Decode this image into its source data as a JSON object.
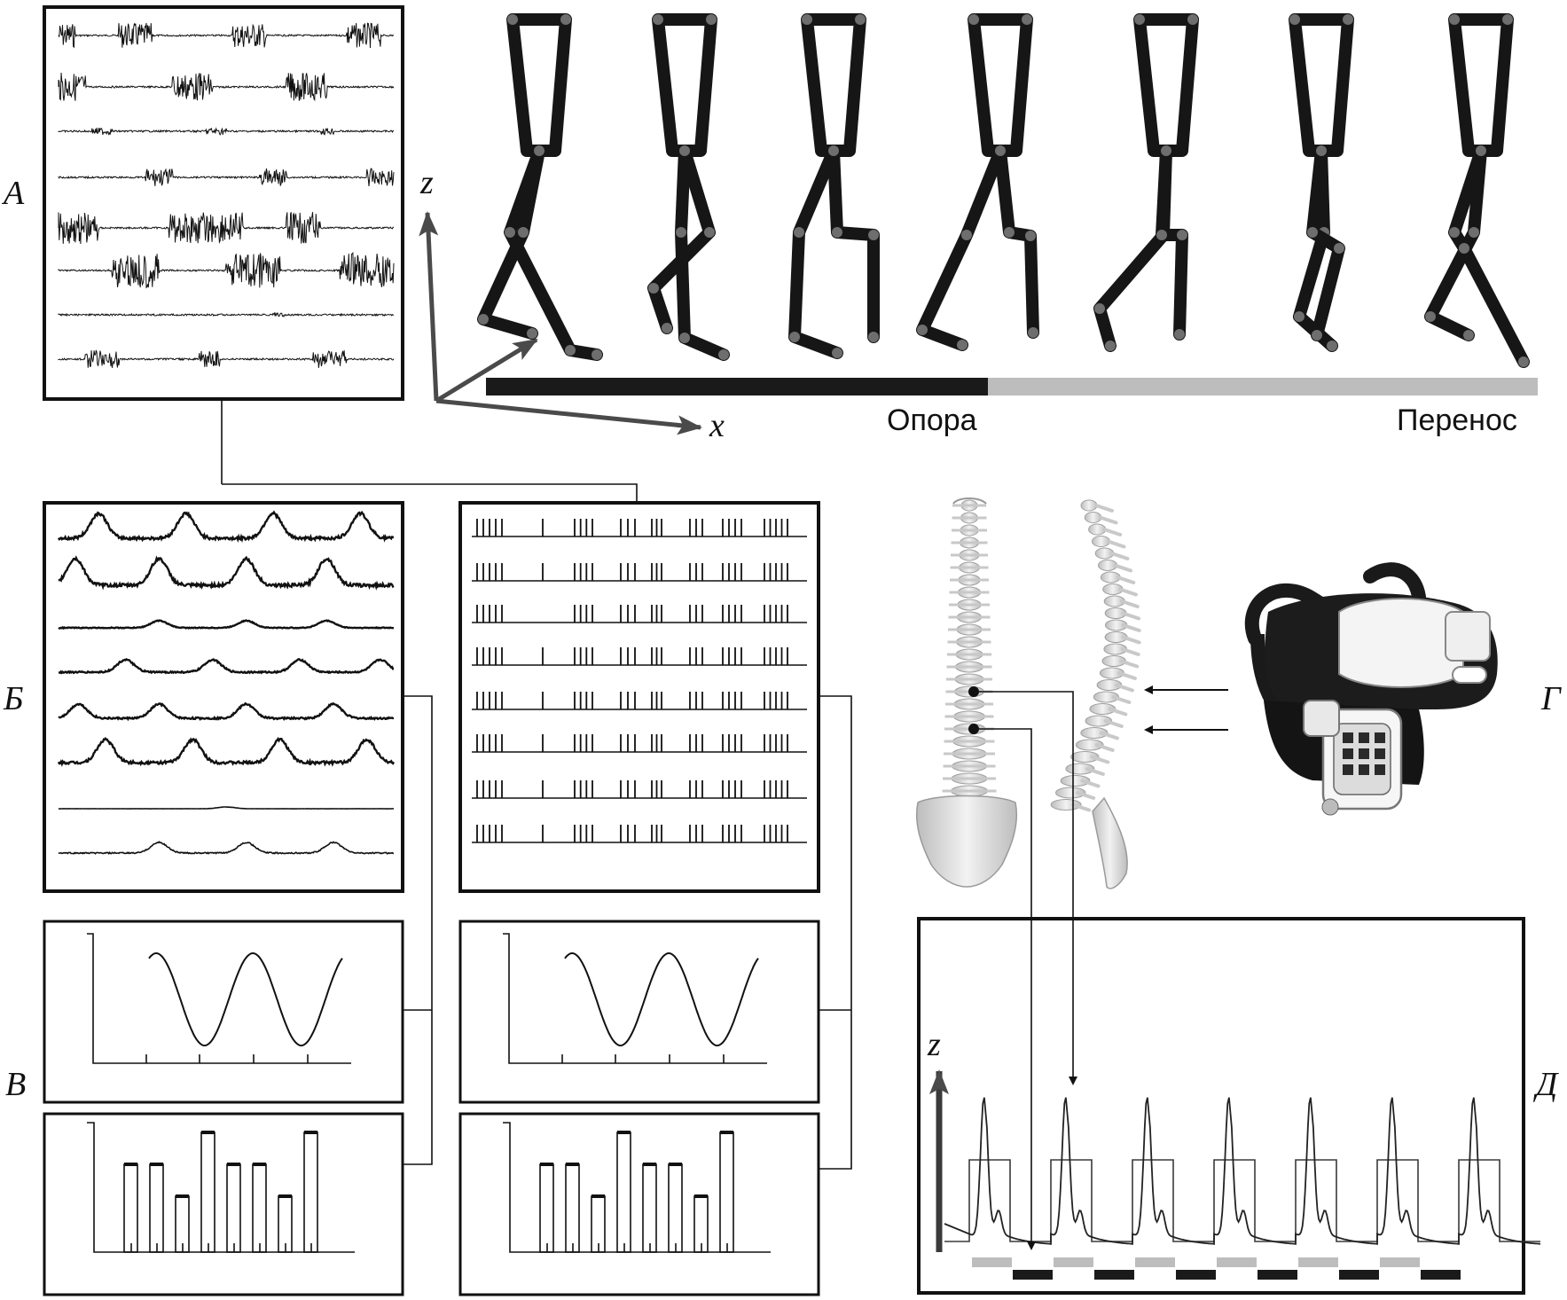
{
  "panels": {
    "a": "А",
    "b": "Б",
    "v": "В",
    "g": "Г",
    "d": "Д"
  },
  "axes": {
    "z": "z",
    "x": "x",
    "z_bottom": "z"
  },
  "phases": {
    "stance": "Опора",
    "swing": "Перенос"
  },
  "colors": {
    "ink": "#111111",
    "stance_bar": "#1a1a1a",
    "swing_bar": "#bdbdbd",
    "axis_arrow": "#4a4a4a",
    "bone": "#d9d9d9",
    "joint": "#6e6e6e"
  },
  "icons": {
    "spine_front": "spine-front-view",
    "spine_side": "spine-side-view",
    "stimulator": "wearable-stimulator-device"
  }
}
